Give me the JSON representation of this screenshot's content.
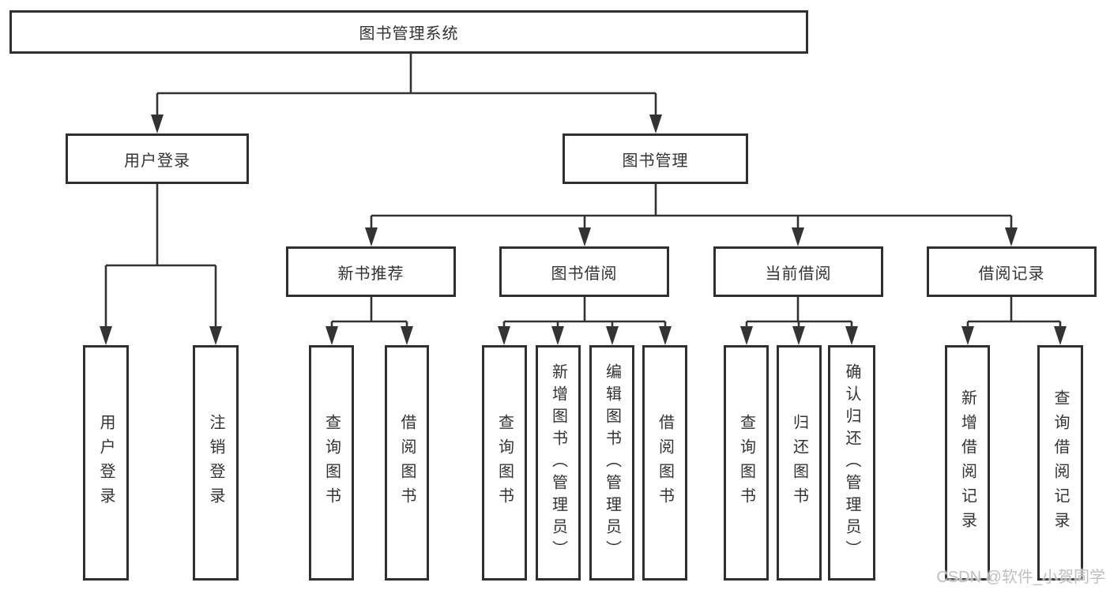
{
  "tree": {
    "label": "图书管理系统",
    "children": [
      {
        "label": "用户登录",
        "children": [
          {
            "label": "用户登录"
          },
          {
            "label": "注销登录"
          }
        ]
      },
      {
        "label": "图书管理",
        "children": [
          {
            "label": "新书推荐",
            "children": [
              {
                "label": "查询图书"
              },
              {
                "label": "借阅图书"
              }
            ]
          },
          {
            "label": "图书借阅",
            "children": [
              {
                "label": "查询图书"
              },
              {
                "label": "新增图书（管理员）"
              },
              {
                "label": "编辑图书（管理员）"
              },
              {
                "label": "借阅图书"
              }
            ]
          },
          {
            "label": "当前借阅",
            "children": [
              {
                "label": "查询图书"
              },
              {
                "label": "归还图书"
              },
              {
                "label": "确认归还（管理员）"
              }
            ]
          },
          {
            "label": "借阅记录",
            "children": [
              {
                "label": "新增借阅记录"
              },
              {
                "label": "查询借阅记录"
              }
            ]
          }
        ]
      }
    ]
  },
  "watermark": {
    "text": "CSDN @软件_小贺同学"
  },
  "colors": {
    "bg_color": "#ffffff",
    "box_bg": "#ffffff",
    "border_color": "#2f2f2f",
    "line_color": "#333333",
    "text_color": "#333333",
    "watermark_color": "#bfbfbf"
  }
}
